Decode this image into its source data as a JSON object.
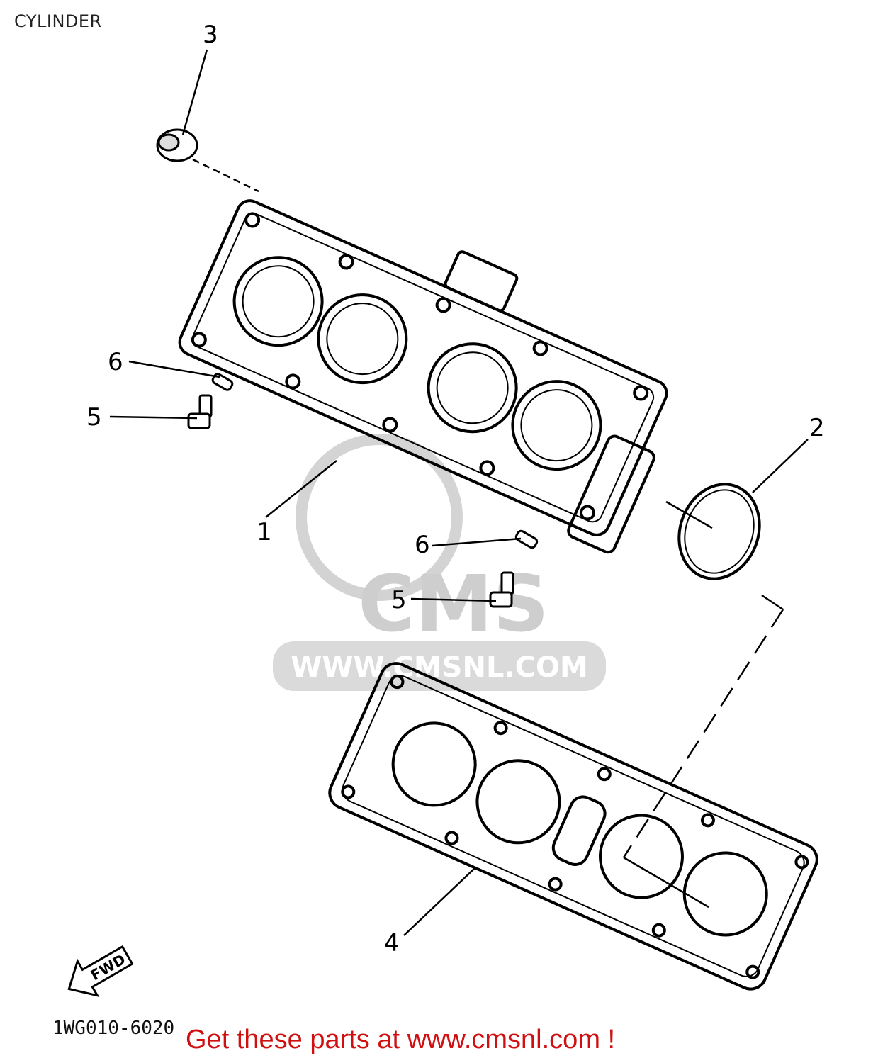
{
  "title": "CYLINDER",
  "callouts": [
    "3",
    "6",
    "5",
    "1",
    "6",
    "5",
    "2",
    "4"
  ],
  "direction_marker": "FWD",
  "watermark": {
    "brand": "CMS",
    "url": "WWW.CMSNL.COM"
  },
  "drawing_code": "1WG010-6020",
  "footer_link": "Get these parts at www.cmsnl.com !",
  "colors": {
    "line": "#000000",
    "watermark": "#c9c9c9",
    "footer": "#d01010"
  }
}
